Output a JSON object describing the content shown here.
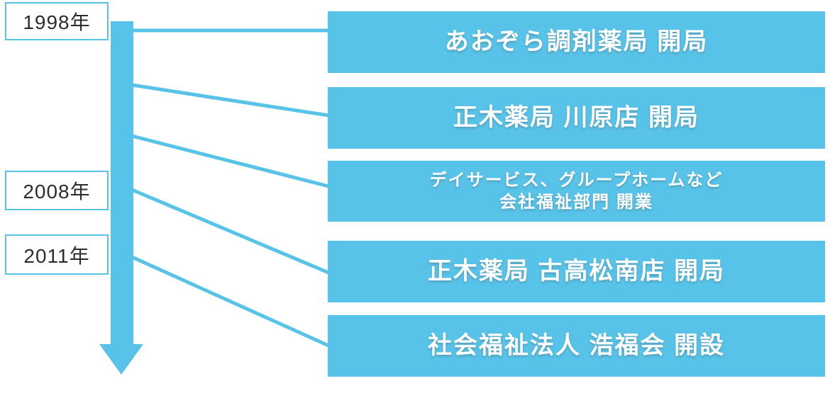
{
  "colors": {
    "accent": "#58C3E8",
    "event_text": "#ffffff",
    "year_text": "#2d2d2d",
    "background": "#ffffff"
  },
  "timeline": {
    "direction": "down",
    "years": [
      {
        "label": "1998年"
      },
      {
        "label": "2008年"
      },
      {
        "label": "2011年"
      }
    ],
    "events": [
      {
        "title": "あおぞら調剤薬局 開局",
        "subtitle": ""
      },
      {
        "title": "正木薬局 川原店 開局",
        "subtitle": ""
      },
      {
        "title": "デイサービス、グループホームなど",
        "subtitle": "会社福祉部門 開業"
      },
      {
        "title": "正木薬局 古高松南店 開局",
        "subtitle": ""
      },
      {
        "title": "社会福祉法人 浩福会 開設",
        "subtitle": ""
      }
    ]
  }
}
